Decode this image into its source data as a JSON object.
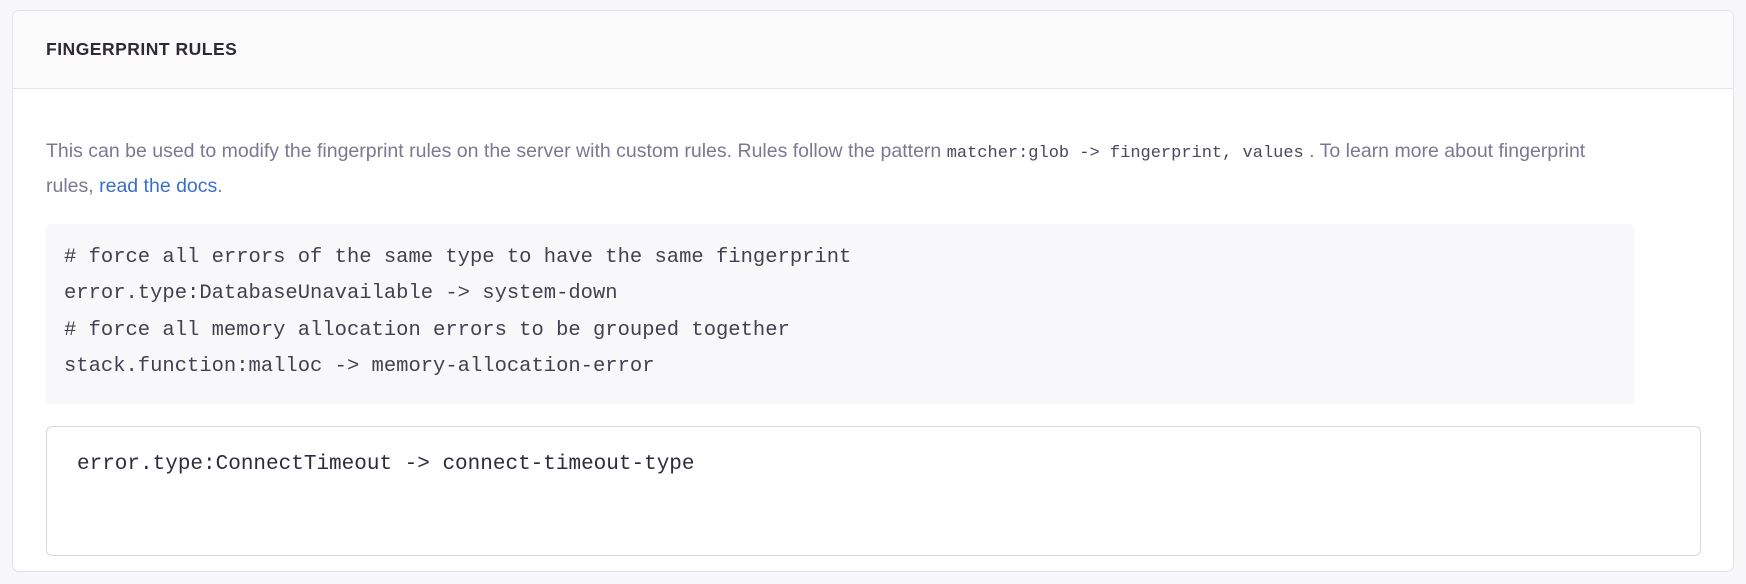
{
  "panel": {
    "title": "FINGERPRINT RULES",
    "description": {
      "part1": "This can be used to modify the fingerprint rules on the server with custom rules. Rules follow the pattern ",
      "code1": "matcher:glob -> fingerprint, values",
      "part2": " . To learn more about fingerprint rules, ",
      "link_label": "read the docs",
      "part3": "."
    },
    "example": {
      "lines": [
        "# force all errors of the same type to have the same fingerprint",
        "error.type:DatabaseUnavailable -> system-down",
        "# force all memory allocation errors to be grouped together",
        "stack.function:malloc -> memory-allocation-error"
      ]
    },
    "rules_input": {
      "value": "error.type:ConnectTimeout -> connect-timeout-type",
      "placeholder": ""
    }
  },
  "colors": {
    "page_background": "#f7f7f9",
    "panel_background": "#ffffff",
    "panel_border": "#e3e1eb",
    "header_background": "#fbfbfc",
    "title_text": "#2f2936",
    "body_text": "#7c7891",
    "code_text": "#43404f",
    "link": "#3b6ecc",
    "example_background": "#f8f8fa",
    "input_border": "#d9d6e3"
  }
}
